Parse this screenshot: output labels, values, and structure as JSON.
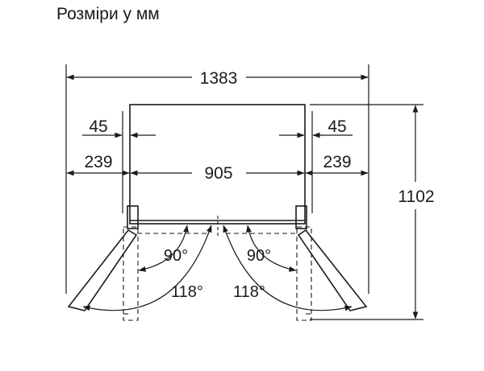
{
  "title": "Розміри у мм",
  "dimensions": {
    "total_width": "1383",
    "body_width": "905",
    "side_gap_left": "45",
    "side_gap_right": "45",
    "door_swing_left": "239",
    "door_swing_right": "239",
    "depth": "1102"
  },
  "angles": {
    "left_90": "90°",
    "right_90": "90°",
    "left_118": "118°",
    "right_118": "118°"
  },
  "colors": {
    "line": "#1a1a1a",
    "background": "#ffffff"
  }
}
